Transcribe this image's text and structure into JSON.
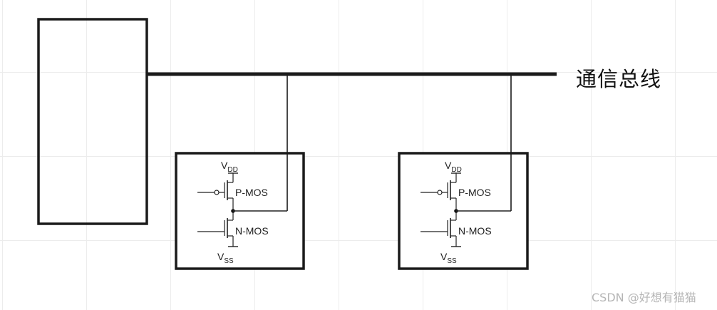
{
  "bus_label": "通信总线",
  "watermark": "CSDN @好想有猫猫",
  "nodes": [
    {
      "vdd": "V",
      "vdd_sub": "DD",
      "pmos": "P-MOS",
      "nmos": "N-MOS",
      "vss": "V",
      "vss_sub": "SS"
    },
    {
      "vdd": "V",
      "vdd_sub": "DD",
      "pmos": "P-MOS",
      "nmos": "N-MOS",
      "vss": "V",
      "vss_sub": "SS"
    }
  ]
}
